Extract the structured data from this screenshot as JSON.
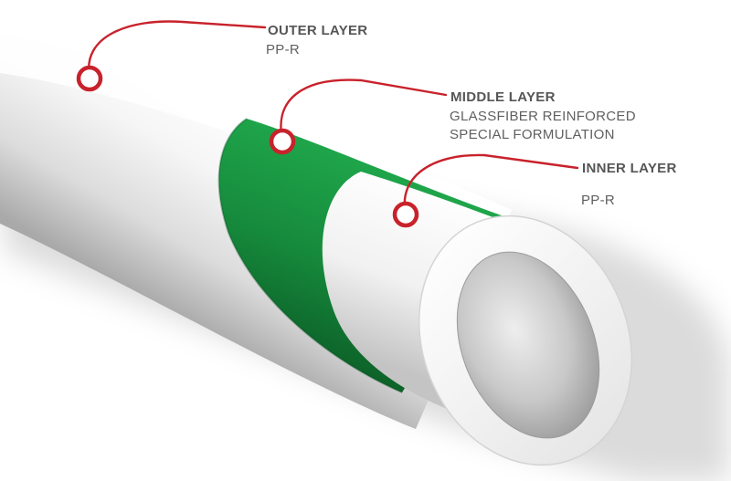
{
  "diagram": {
    "colors": {
      "callout_line": "#c8222b",
      "middle_layer": "#168a3c",
      "pipe_white": "#ffffff",
      "text": "#585858"
    },
    "labels": {
      "outer": {
        "title": "OUTER LAYER",
        "line1": "PP-R"
      },
      "middle": {
        "title": "MIDDLE LAYER",
        "line1": "GLASSFIBER REINFORCED",
        "line2": "SPECIAL FORMULATION"
      },
      "inner": {
        "title": "INNER LAYER",
        "line1": "PP-R"
      }
    }
  }
}
